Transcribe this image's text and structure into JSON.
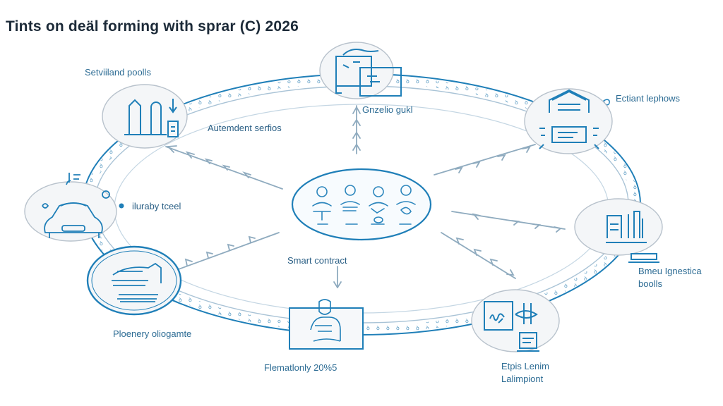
{
  "title": "Tints on deäl forming with sprаr (C) 2026",
  "colors": {
    "accent": "#1f7fb8",
    "ring_light": "#a9c3d6",
    "arrow": "#8fabbf",
    "text": "#2d6c94",
    "title": "#1c2a38"
  },
  "center": {
    "icon": "people-at-desks-icon",
    "label": "Smart contract"
  },
  "nodes": [
    {
      "id": "top-left",
      "label": "Setviiland poolls",
      "icon": "buildings-download-icon",
      "sub_label": "Autemdent serfios"
    },
    {
      "id": "top",
      "label": "Gnzelio gukl",
      "icon": "document-window-icon"
    },
    {
      "id": "top-right",
      "label": "Ectiant lephows",
      "icon": "bank-building-icon"
    },
    {
      "id": "left",
      "label": "iluraby tceel",
      "icon": "machine-device-icon"
    },
    {
      "id": "right",
      "label": "Bmeu Ignestica boolls",
      "icon": "bar-chart-laptop-icon"
    },
    {
      "id": "bottom-left",
      "label": "Ploenery oliogamte",
      "icon": "stacked-papers-icon"
    },
    {
      "id": "bottom",
      "label": "Flematlonly 20%5",
      "icon": "person-portrait-icon"
    },
    {
      "id": "bottom-right",
      "label": "Etpis Lenim Lalimpiont",
      "icon": "chart-board-icon"
    }
  ]
}
